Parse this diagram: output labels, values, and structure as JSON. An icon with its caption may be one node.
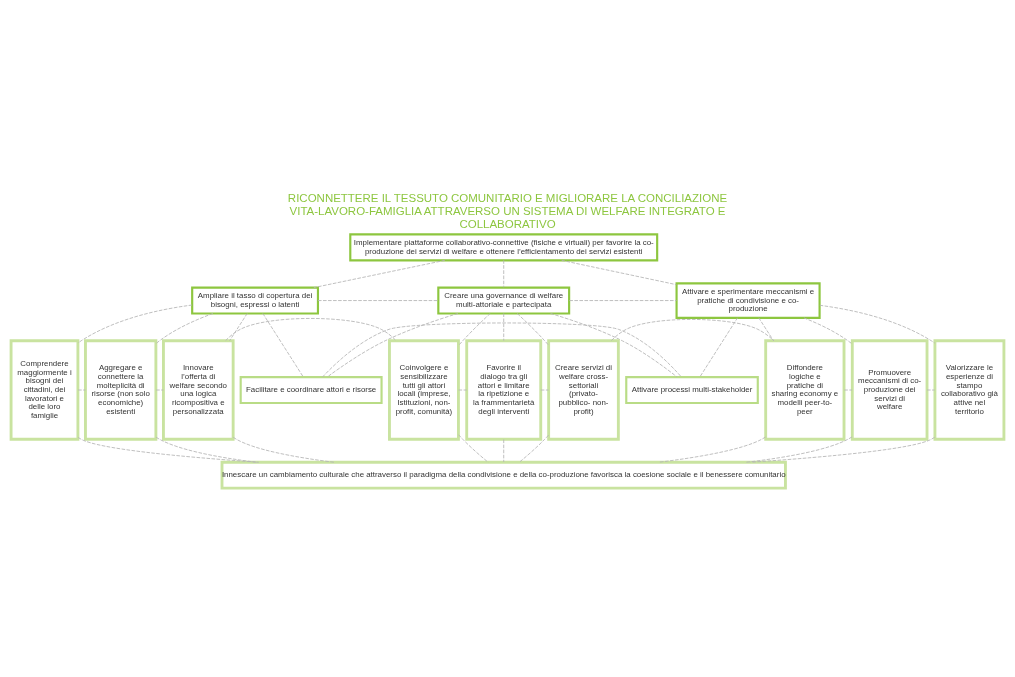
{
  "diagram": {
    "title": "RICONNETTERE IL TESSUTO COMUNITARIO E MIGLIORARE LA CONCILIAZIONE VITA-LAVORO-FAMIGLIA ATTRAVERSO UN SISTEMA DI WELFARE INTEGRATO E COLLABORATIVO",
    "nodes": [
      {
        "text": [
          "Implementare piattaforme collaborativo-connettive (fisiche e virtuali) per favorire la co-produzione dei servizi di welfare e ottenere l’efficientamento dei servizi esistenti"
        ]
      },
      {
        "text": [
          "Ampliare il tasso di copertura dei bisogni, espressi o latenti"
        ]
      },
      {
        "text": [
          "Creare una governance di welfare multi-attoriale e partecipata"
        ]
      },
      {
        "text": [
          "Attivare e sperimentare meccanismi e pratiche di condivisione e co-produzione"
        ]
      },
      {
        "text": [
          "Facilitare e coordinare attori e risorse"
        ]
      },
      {
        "text": [
          "Attivare processi multi-stakeholder"
        ]
      },
      {
        "text": [
          "Comprendere maggiormente i bisogni dei cittadini, dei lavoratori e delle loro famiglie"
        ]
      },
      {
        "text": [
          "Aggregare e connettere la molteplicità di risorse (non solo economiche) esistenti"
        ]
      },
      {
        "text": [
          "Innovare l’offerta di welfare secondo una logica ricompositiva e personalizzata"
        ]
      },
      {
        "text": [
          "Coinvolgere e sensibilizzare tutti gli attori locali (imprese, Istituzioni, non-profit, comunità)"
        ]
      },
      {
        "text": [
          "Favorire il dialogo tra gli attori e limitare la ripetizione e la frammentarietà degli interventi"
        ]
      },
      {
        "text": [
          "Creare servizi di welfare cross-settoriali (privato- pubblico- non- profit)"
        ]
      },
      {
        "text": [
          "Diffondere logiche e pratiche di sharing economy e modelli peer-to-peer"
        ]
      },
      {
        "text": [
          "Promuovere meccanismi di co-produzione dei servizi di welfare"
        ]
      },
      {
        "text": [
          "Valorizzare le esperienze di stampo collaborativo già attive nel territorio"
        ]
      },
      {
        "text": [
          "Innescare un cambiamento culturale che attraverso il paradigma della condivisione e della co-produzione favorisca la coesione sociale e il benessere comunitario"
        ]
      }
    ],
    "edges": [
      {
        "from": 0,
        "to": 1,
        "arrow": "none",
        "style": "dashed"
      },
      {
        "from": 0,
        "to": 2,
        "arrow": "none",
        "style": "dashed"
      },
      {
        "from": 0,
        "to": 3,
        "arrow": "none",
        "style": "dashed"
      },
      {
        "from": 1,
        "to": 2,
        "arrow": "none",
        "style": "dashed"
      },
      {
        "from": 2,
        "to": 3,
        "arrow": "none",
        "style": "dashed"
      },
      {
        "from": 1,
        "to": 4,
        "arrow": "none",
        "style": "dashed"
      },
      {
        "from": 2,
        "to": 4,
        "arrow": "none",
        "style": "dashed"
      },
      {
        "from": 4,
        "to": 5,
        "arrow": "none",
        "style": "dashed"
      },
      {
        "from": 2,
        "to": 5,
        "arrow": "none",
        "style": "dashed"
      },
      {
        "from": 3,
        "to": 5,
        "arrow": "none",
        "style": "dashed"
      },
      {
        "from": 1,
        "to": 6,
        "arrow": "none",
        "style": "dashed"
      },
      {
        "from": 1,
        "to": 7,
        "arrow": "none",
        "style": "dashed"
      },
      {
        "from": 1,
        "to": 8,
        "arrow": "none",
        "style": "dashed"
      },
      {
        "from": 2,
        "to": 9,
        "arrow": "none",
        "style": "dashed"
      },
      {
        "from": 2,
        "to": 10,
        "arrow": "none",
        "style": "dashed"
      },
      {
        "from": 2,
        "to": 11,
        "arrow": "none",
        "style": "dashed"
      },
      {
        "from": 3,
        "to": 12,
        "arrow": "none",
        "style": "dashed"
      },
      {
        "from": 3,
        "to": 13,
        "arrow": "none",
        "style": "dashed"
      },
      {
        "from": 3,
        "to": 14,
        "arrow": "none",
        "style": "dashed"
      },
      {
        "from": 6,
        "to": 7,
        "arrow": "none",
        "style": "dashed"
      },
      {
        "from": 7,
        "to": 8,
        "arrow": "none",
        "style": "dashed"
      },
      {
        "from": 8,
        "to": 9,
        "arrow": "none",
        "style": "dashed"
      },
      {
        "from": 9,
        "to": 10,
        "arrow": "none",
        "style": "dashed"
      },
      {
        "from": 10,
        "to": 11,
        "arrow": "none",
        "style": "dashed"
      },
      {
        "from": 11,
        "to": 12,
        "arrow": "none",
        "style": "dashed"
      },
      {
        "from": 12,
        "to": 13,
        "arrow": "none",
        "style": "dashed"
      },
      {
        "from": 13,
        "to": 14,
        "arrow": "none",
        "style": "dashed"
      },
      {
        "from": 6,
        "to": 15,
        "arrow": "none",
        "style": "dashed"
      },
      {
        "from": 7,
        "to": 15,
        "arrow": "none",
        "style": "dashed"
      },
      {
        "from": 8,
        "to": 15,
        "arrow": "none",
        "style": "dashed"
      },
      {
        "from": 9,
        "to": 15,
        "arrow": "none",
        "style": "dashed"
      },
      {
        "from": 10,
        "to": 15,
        "arrow": "none",
        "style": "dashed"
      },
      {
        "from": 11,
        "to": 15,
        "arrow": "none",
        "style": "dashed"
      },
      {
        "from": 12,
        "to": 15,
        "arrow": "none",
        "style": "dashed"
      },
      {
        "from": 13,
        "to": 15,
        "arrow": "none",
        "style": "dashed"
      },
      {
        "from": 14,
        "to": 15,
        "arrow": "none",
        "style": "dashed"
      }
    ]
  }
}
